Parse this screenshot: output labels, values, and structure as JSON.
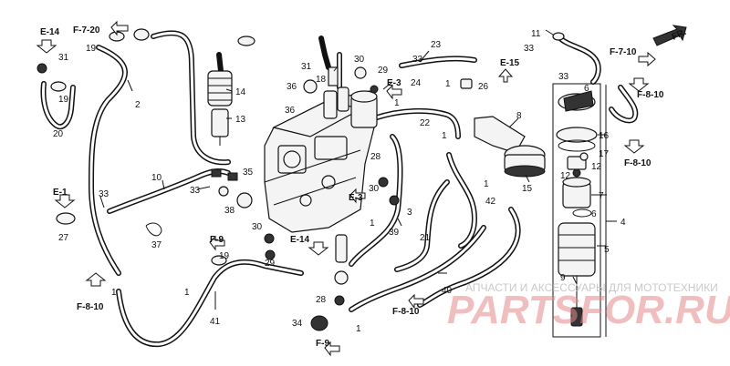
{
  "refs": {
    "e14_top": "E-14",
    "f7_20": "F-7-20",
    "e1": "E-1",
    "f9_mid": "F-9",
    "f8_10_left": "F-8-10",
    "e15": "E-15",
    "e3_top": "E-3",
    "e3_mid": "E-3",
    "e14_mid": "E-14",
    "f8_10_bottom": "F-8-10",
    "f9_bottom": "F-9",
    "f7_10": "F-7-10",
    "f8_10_right1": "F-8-10",
    "f8_10_right2": "F-8-10",
    "fr": "FR."
  },
  "labels": {
    "n31a": "31",
    "n19a": "19",
    "n19b": "19",
    "n20": "20",
    "n2": "2",
    "n14": "14",
    "n13": "13",
    "n10": "10",
    "n33a": "33",
    "n33b": "33",
    "n35": "35",
    "n38": "38",
    "n27": "27",
    "n37": "37",
    "n36a": "36",
    "n36b": "36",
    "n31b": "31",
    "n18": "18",
    "n30a": "30",
    "n29a": "29",
    "n24": "24",
    "n23": "23",
    "n33c": "33",
    "n26": "26",
    "n22": "22",
    "n3": "3",
    "n1a": "1",
    "n1b": "1",
    "n1c": "1",
    "n1d": "1",
    "n1e": "1",
    "n1f": "1",
    "n1g": "1",
    "n1h": "1",
    "n28a": "28",
    "n30b": "30",
    "n42": "42",
    "n39": "39",
    "n21": "21",
    "n40": "40",
    "n30c": "30",
    "n29b": "29",
    "n19c": "19",
    "n41": "41",
    "n28b": "28",
    "n34": "34",
    "n8": "8",
    "n15": "15",
    "n11": "11",
    "n33d": "33",
    "n33e": "33",
    "n6a": "6",
    "n16": "16",
    "n17": "17",
    "n12a": "12",
    "n12b": "12",
    "n7": "7",
    "n6b": "6",
    "n4": "4",
    "n5": "5",
    "n9": "9"
  },
  "watermark": {
    "line1": "АПЧАСТИ И АКСЕССУАРЫ ДЛЯ МОТОТЕХНИКИ",
    "line2": "PARTSFOR.RU"
  }
}
